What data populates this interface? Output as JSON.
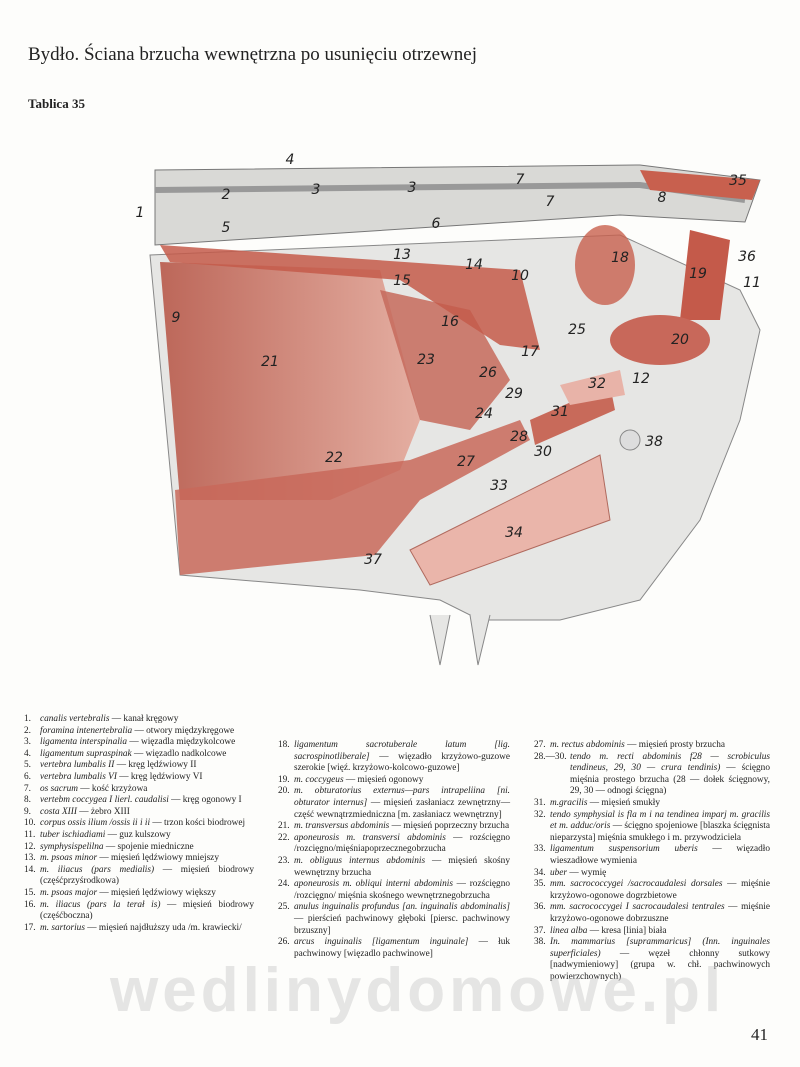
{
  "title": "Bydło. Ściana brzucha wewnętrzna po usunięciu otrzewnej",
  "plate": "Tablica 35",
  "page_number": "41",
  "watermark": "wedlinydomowe.pl",
  "figure_labels": [
    "1",
    "2",
    "3",
    "3",
    "4",
    "5",
    "6",
    "7",
    "7",
    "8",
    "9",
    "10",
    "11",
    "12",
    "13",
    "14",
    "15",
    "16",
    "17",
    "18",
    "19",
    "20",
    "21",
    "22",
    "23",
    "24",
    "25",
    "26",
    "27",
    "28",
    "29",
    "30",
    "31",
    "32",
    "33",
    "34",
    "35",
    "36",
    "37",
    "38"
  ],
  "legend": {
    "col1": [
      {
        "n": "1.",
        "lat": "canalis vertebralis",
        "pl": " — kanał kręgowy"
      },
      {
        "n": "2.",
        "lat": "foramina intenertebralia",
        "pl": " — otwory międzykręgowe"
      },
      {
        "n": "3.",
        "lat": "ligamenta interspinalia",
        "pl": " — więzadla międzykolcowe"
      },
      {
        "n": "4.",
        "lat": "ligamentum supraspinak",
        "pl": " — więzadlo nadkolcowe"
      },
      {
        "n": "5.",
        "lat": "vertebra lumbalis II",
        "pl": " — kręg lędźwiowy II"
      },
      {
        "n": "6.",
        "lat": "vertebra lumbalis VI",
        "pl": " — kręg lędźwiowy VI"
      },
      {
        "n": "7.",
        "lat": "os sacrum",
        "pl": " — kość krzyżowa"
      },
      {
        "n": "8.",
        "lat": "vertebm coccygea I lierl. caudalisi",
        "pl": " — kręg ogonowy I"
      },
      {
        "n": "9.",
        "lat": "costa XIII",
        "pl": " — żebro XIII"
      },
      {
        "n": "10.",
        "lat": "corpus ossis ilium /ossis ii i ii",
        "pl": " — trzon kości biodrowej"
      },
      {
        "n": "11.",
        "lat": "tuber ischiadiami",
        "pl": " — guz kulszowy"
      },
      {
        "n": "12.",
        "lat": "symphysispelilna",
        "pl": " — spojenie miedniczne"
      },
      {
        "n": "13.",
        "lat": "m. psoas minor",
        "pl": " — mięsień lędźwiowy mniejszy"
      },
      {
        "n": "14.",
        "lat": "m. iliacus (pars medialis)",
        "pl": " — mięsień biodrowy (częśćprzyśrodkowa)"
      },
      {
        "n": "15.",
        "lat": "m. psoas major",
        "pl": " — mięsień lędźwiowy większy"
      },
      {
        "n": "16.",
        "lat": "m. iliacus (pars la terał is)",
        "pl": " — mięsień biodrowy (częśćboczna)"
      },
      {
        "n": "17.",
        "lat": "m. sartorius",
        "pl": " — mięsień najdłuższy uda /m. krawiecki/"
      }
    ],
    "col2": [
      {
        "n": "18.",
        "lat": "ligamentum sacrotuberale latum [lig. sacrospinotliberale]",
        "pl": " — więzadło krzyżowo-guzowe szerokie [więź. krzyżowo-kolcowo-guzowe]"
      },
      {
        "n": "19.",
        "lat": "m. coccygeus",
        "pl": " — mięsień ogonowy"
      },
      {
        "n": "20.",
        "lat": "m. obturatorius externus—pars intrapeliina [ni. obturator internus]",
        "pl": " — mięsień zasłaniacz zewnętrzny—część wewnątrzmiedniczna [m. zasłaniacz wewnętrzny]"
      },
      {
        "n": "21.",
        "lat": "m. transversus abdominis",
        "pl": " — mięsień poprzeczny brzucha"
      },
      {
        "n": "22.",
        "lat": "aponeurosis m. transversi abdominis",
        "pl": " — rozścięgno /rozcięgno/mięśniapoprzecznegobrzucha"
      },
      {
        "n": "23.",
        "lat": "m. obliguus internus abdominis",
        "pl": " — mięsień skośny wewnętrzny brzucha"
      },
      {
        "n": "24.",
        "lat": "aponeurosis m. obliqui interni abdominis",
        "pl": " — rozścięgno /rozcięgno/ mięśnia skośnego wewnętrznegobrzucha"
      },
      {
        "n": "25.",
        "lat": "anulus inguinalis profundus [an. inguinalis abdominalis]",
        "pl": " — pierścień pachwinowy głęboki [piersc. pachwinowy brzuszny]"
      },
      {
        "n": "26.",
        "lat": "arcus inguinalis [ligamentum inguinale]",
        "pl": " — łuk pachwinowy [więzadlo pachwinowe]"
      }
    ],
    "col3": [
      {
        "n": "27.",
        "lat": "m. rectus abdominis",
        "pl": " — mięsień prosty brzucha"
      },
      {
        "n": "28.—30.",
        "lat": "tendo m. recti abdominis f28 — scrobiculus tendineus, 29, 30 — crura tendinis)",
        "pl": " — ścięgno mięśnia prostego brzucha (28 — dołek ścięgnowy, 29, 30 — odnogi ścięgna)"
      },
      {
        "n": "31.",
        "lat": "m.gracilis",
        "pl": " — mięsień smukły"
      },
      {
        "n": "32.",
        "lat": "tendo symphysial is fla m i na tendinea imparj m. gracilis et m. adduc/oris",
        "pl": " — ścięgno spojeniowe [blaszka ścięgnista nieparzysta] mięśnia smukłego i m. przywodziciela"
      },
      {
        "n": "33.",
        "lat": "ligamentum suspensorium uberis",
        "pl": " — więzadło wieszadłowe wymienia"
      },
      {
        "n": "34.",
        "lat": "uber",
        "pl": " — wymię"
      },
      {
        "n": "35.",
        "lat": "mm. sacrococcygei /sacrocaudalesi dorsales",
        "pl": " — mięśnie krzyżowo-ogonowe dogrzbietowe"
      },
      {
        "n": "36.",
        "lat": "mm. sacrococcygei I sacrocaudalesi tentrales",
        "pl": " — mięśnie krzyżowo-ogonowe dobrzuszne"
      },
      {
        "n": "37.",
        "lat": "linea alba",
        "pl": " — kresa [linia] biała"
      },
      {
        "n": "38.",
        "lat": "In. mammarius [suprammaricus] (Inn. inguinales superficiales)",
        "pl": " — węzeł chłonny sutkowy [nadwymieniowy] (grupa w. chł. pachwinowych powierzchownych)"
      }
    ]
  }
}
